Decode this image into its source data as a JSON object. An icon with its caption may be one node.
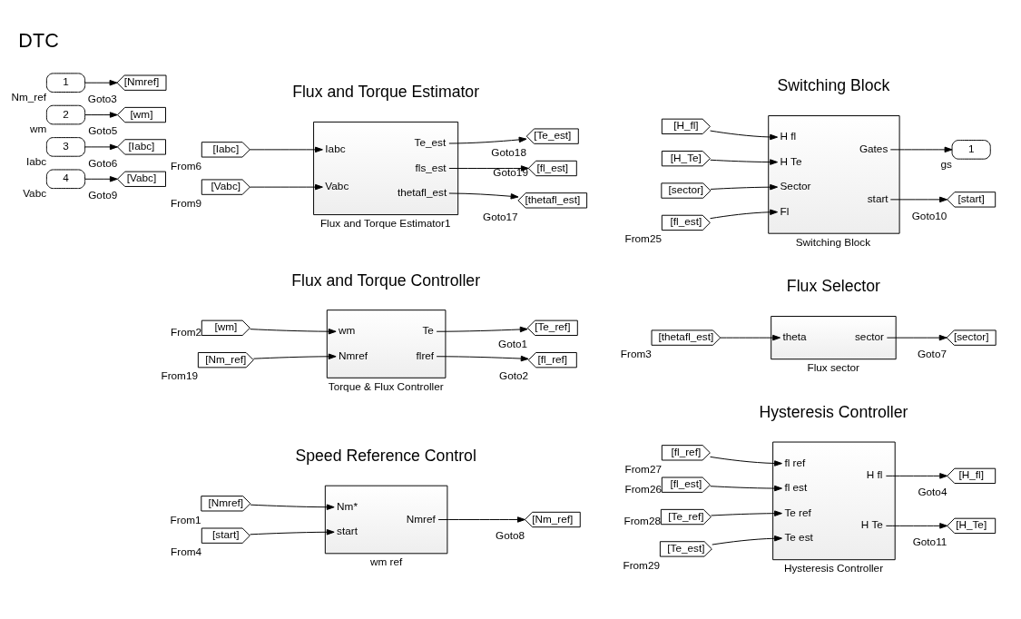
{
  "diagram": {
    "title": "DTC",
    "nodes": [
      {
        "text": [
          "1"
        ],
        "beside": [
          "Nm_ref"
        ]
      },
      {
        "text": [
          "[Nmref]"
        ],
        "beside": [
          "Goto3"
        ]
      },
      {
        "text": [
          "2"
        ],
        "beside": [
          "wm"
        ]
      },
      {
        "text": [
          "[wm]"
        ],
        "beside": [
          "Goto5"
        ]
      },
      {
        "text": [
          "3"
        ],
        "beside": [
          "Iabc"
        ]
      },
      {
        "text": [
          "[Iabc]"
        ],
        "beside": [
          "Goto6"
        ]
      },
      {
        "text": [
          "4"
        ],
        "beside": [
          "Vabc"
        ]
      },
      {
        "text": [
          "[Vabc]"
        ],
        "beside": [
          "Goto9"
        ]
      },
      {
        "text": [
          "[Nmref]"
        ],
        "beside": [
          "From1"
        ]
      },
      {
        "text": [
          "[start]"
        ],
        "beside": [
          "From4"
        ]
      },
      {
        "text": [
          "Nm*",
          "start",
          "Nmref"
        ],
        "beside": [
          "wm ref"
        ]
      },
      {
        "text": [
          "[Nm_ref]"
        ],
        "beside": [
          "Goto8"
        ]
      },
      {
        "text": [
          "[wm]"
        ],
        "beside": [
          "From2"
        ]
      },
      {
        "text": [
          "[Nm_ref]"
        ],
        "beside": [
          "From19"
        ]
      },
      {
        "text": [
          "wm",
          "Nmref",
          "Te",
          "flref"
        ],
        "beside": [
          "Torque & Flux Controller"
        ]
      },
      {
        "text": [
          "[Te_ref]"
        ],
        "beside": [
          "Goto1"
        ]
      },
      {
        "text": [
          "[fl_ref]"
        ],
        "beside": [
          "Goto2"
        ]
      },
      {
        "text": [
          "[Iabc]"
        ],
        "beside": [
          "From6"
        ]
      },
      {
        "text": [
          "[Vabc]"
        ],
        "beside": [
          "From9"
        ]
      },
      {
        "text": [
          "Iabc",
          "Vabc",
          "Te_est",
          "fls_est",
          "thetafl_est"
        ],
        "beside": [
          "Flux and Torque Estimator1"
        ]
      },
      {
        "text": [
          "[Te_est]"
        ],
        "beside": [
          "Goto18"
        ]
      },
      {
        "text": [
          "[fl_est]"
        ],
        "beside": [
          "Goto19"
        ]
      },
      {
        "text": [
          "[thetafl_est]"
        ],
        "beside": [
          "Goto17"
        ]
      },
      {
        "text": [
          "[fl_ref]"
        ],
        "beside": [
          "From27"
        ]
      },
      {
        "text": [
          "[fl_est]"
        ],
        "beside": [
          "From26"
        ]
      },
      {
        "text": [
          "[Te_ref]"
        ],
        "beside": [
          "From28"
        ]
      },
      {
        "text": [
          "[Te_est]"
        ],
        "beside": [
          "From29"
        ]
      },
      {
        "text": [
          "fl ref",
          "fl est",
          "Te ref",
          "Te est",
          "H fl",
          "H Te"
        ],
        "beside": [
          "Hysteresis Controller"
        ]
      },
      {
        "text": [
          "[H_fl]"
        ],
        "beside": [
          "Goto4"
        ]
      },
      {
        "text": [
          "[H_Te]"
        ],
        "beside": [
          "Goto11"
        ]
      },
      {
        "text": [
          "[thetafl_est]"
        ],
        "beside": [
          "From3"
        ]
      },
      {
        "text": [
          "theta",
          "sector"
        ],
        "beside": [
          "Flux sector"
        ]
      },
      {
        "text": [
          "[sector]"
        ],
        "beside": [
          "Goto7"
        ]
      },
      {
        "text": [
          "[H_fl]"
        ]
      },
      {
        "text": [
          "[H_Te]"
        ]
      },
      {
        "text": [
          "[sector]"
        ]
      },
      {
        "text": [
          "[fl_est]"
        ],
        "beside": [
          "From25"
        ]
      },
      {
        "text": [
          "H fl",
          "H Te",
          "Sector",
          "Fl",
          "Gates",
          "start"
        ],
        "beside": [
          "Switching Block"
        ]
      },
      {
        "text": [
          "1"
        ],
        "beside": [
          "gs"
        ]
      },
      {
        "text": [
          "[start]"
        ],
        "beside": [
          "Goto10"
        ]
      }
    ],
    "edges": [
      {
        "from": 0,
        "to": 1,
        "arrow": "to"
      },
      {
        "from": 2,
        "to": 3,
        "arrow": "to"
      },
      {
        "from": 4,
        "to": 5,
        "arrow": "to"
      },
      {
        "from": 6,
        "to": 7,
        "arrow": "to"
      },
      {
        "from": 8,
        "to": 10,
        "arrow": "to"
      },
      {
        "from": 9,
        "to": 10,
        "arrow": "to"
      },
      {
        "from": 10,
        "to": 11,
        "arrow": "to"
      },
      {
        "from": 12,
        "to": 14,
        "arrow": "to"
      },
      {
        "from": 13,
        "to": 14,
        "arrow": "to"
      },
      {
        "from": 14,
        "to": 15,
        "arrow": "to"
      },
      {
        "from": 14,
        "to": 16,
        "arrow": "to"
      },
      {
        "from": 17,
        "to": 19,
        "arrow": "to"
      },
      {
        "from": 18,
        "to": 19,
        "arrow": "to"
      },
      {
        "from": 19,
        "to": 20,
        "arrow": "to"
      },
      {
        "from": 19,
        "to": 21,
        "arrow": "to"
      },
      {
        "from": 19,
        "to": 22,
        "arrow": "to"
      },
      {
        "from": 23,
        "to": 27,
        "arrow": "to"
      },
      {
        "from": 24,
        "to": 27,
        "arrow": "to"
      },
      {
        "from": 25,
        "to": 27,
        "arrow": "to"
      },
      {
        "from": 26,
        "to": 27,
        "arrow": "to"
      },
      {
        "from": 27,
        "to": 28,
        "arrow": "to"
      },
      {
        "from": 27,
        "to": 29,
        "arrow": "to"
      },
      {
        "from": 30,
        "to": 31,
        "arrow": "to"
      },
      {
        "from": 31,
        "to": 32,
        "arrow": "to"
      },
      {
        "from": 33,
        "to": 37,
        "arrow": "to"
      },
      {
        "from": 34,
        "to": 37,
        "arrow": "to"
      },
      {
        "from": 35,
        "to": 37,
        "arrow": "to"
      },
      {
        "from": 36,
        "to": 37,
        "arrow": "to"
      },
      {
        "from": 37,
        "to": 38,
        "arrow": "to"
      },
      {
        "from": 37,
        "to": 39,
        "arrow": "to"
      }
    ],
    "labels": [
      "Speed Reference Control",
      "Flux and Torque Controller",
      "Flux and Torque Estimator",
      "Hysteresis Controller",
      "Flux Selector",
      "Switching Block"
    ]
  }
}
